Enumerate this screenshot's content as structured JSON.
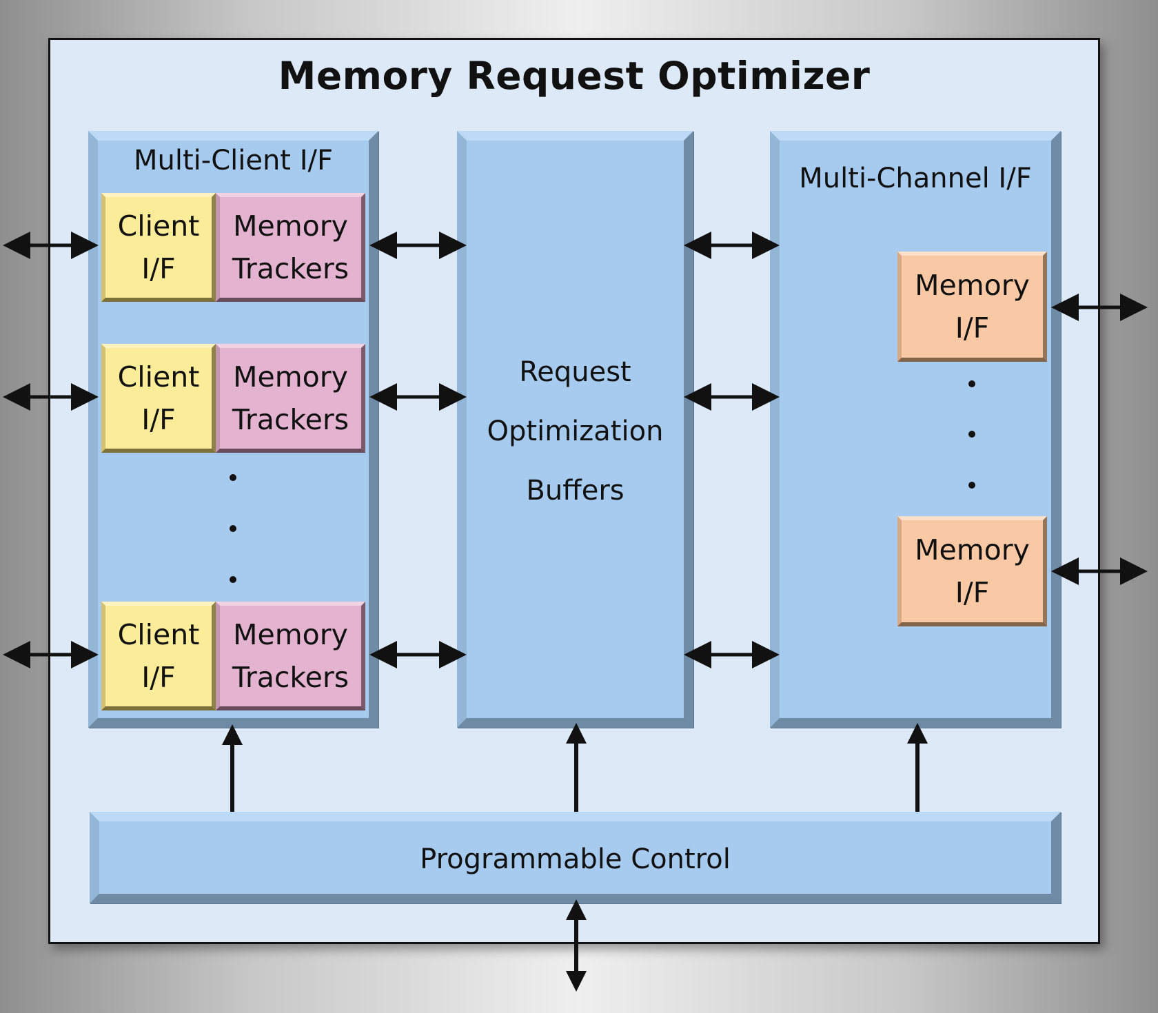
{
  "title": "Memory Request Optimizer",
  "multi_client": {
    "label": "Multi-Client I/F",
    "rows": [
      {
        "client": "Client I/F",
        "trackers": "Memory Trackers"
      },
      {
        "client": "Client I/F",
        "trackers": "Memory Trackers"
      },
      {
        "client": "Client I/F",
        "trackers": "Memory Trackers"
      }
    ]
  },
  "buffers": {
    "line1": "Request",
    "line2": "Optimization",
    "line3": "Buffers"
  },
  "multi_channel": {
    "label": "Multi-Channel I/F",
    "memory_ifs": [
      "Memory I/F",
      "Memory I/F"
    ]
  },
  "control": {
    "label": "Programmable Control"
  },
  "colors": {
    "panel": "#a6cbef",
    "client": "#fbec9a",
    "trackers": "#e4b3cf",
    "memory_if": "#f9c9a6",
    "frame": "#dde9f6"
  }
}
